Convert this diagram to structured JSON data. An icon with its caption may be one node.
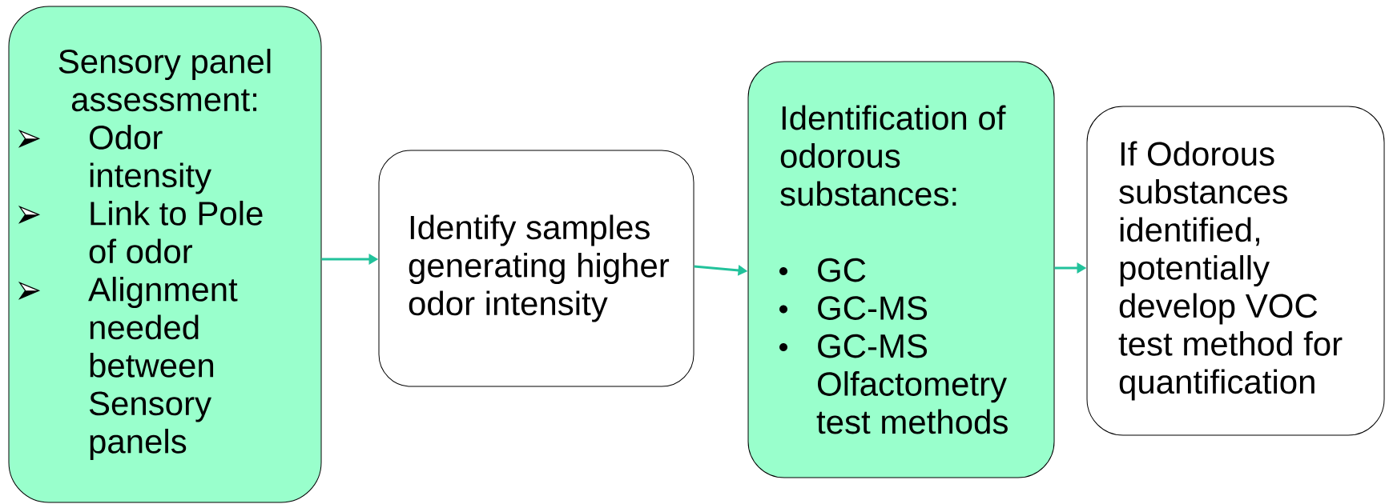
{
  "diagram": {
    "nodes": [
      {
        "text": [
          "Sensory panel assessment:",
          "Odor intensity",
          "Link to Pole of odor",
          "Alignment needed between Sensory panels"
        ]
      },
      {
        "text": [
          "Identify samples generating higher odor intensity"
        ]
      },
      {
        "text": [
          "Identification of odorous substances:",
          "GC",
          "GC-MS",
          "GC-MS Olfactometry test methods"
        ]
      },
      {
        "text": [
          "If Odorous substances identified, potentially develop VOC test method for quantification"
        ]
      }
    ],
    "edges": [
      {
        "from": 0,
        "to": 1,
        "arrow": "to"
      },
      {
        "from": 1,
        "to": 2,
        "arrow": "to"
      },
      {
        "from": 2,
        "to": 3,
        "arrow": "to"
      }
    ]
  }
}
